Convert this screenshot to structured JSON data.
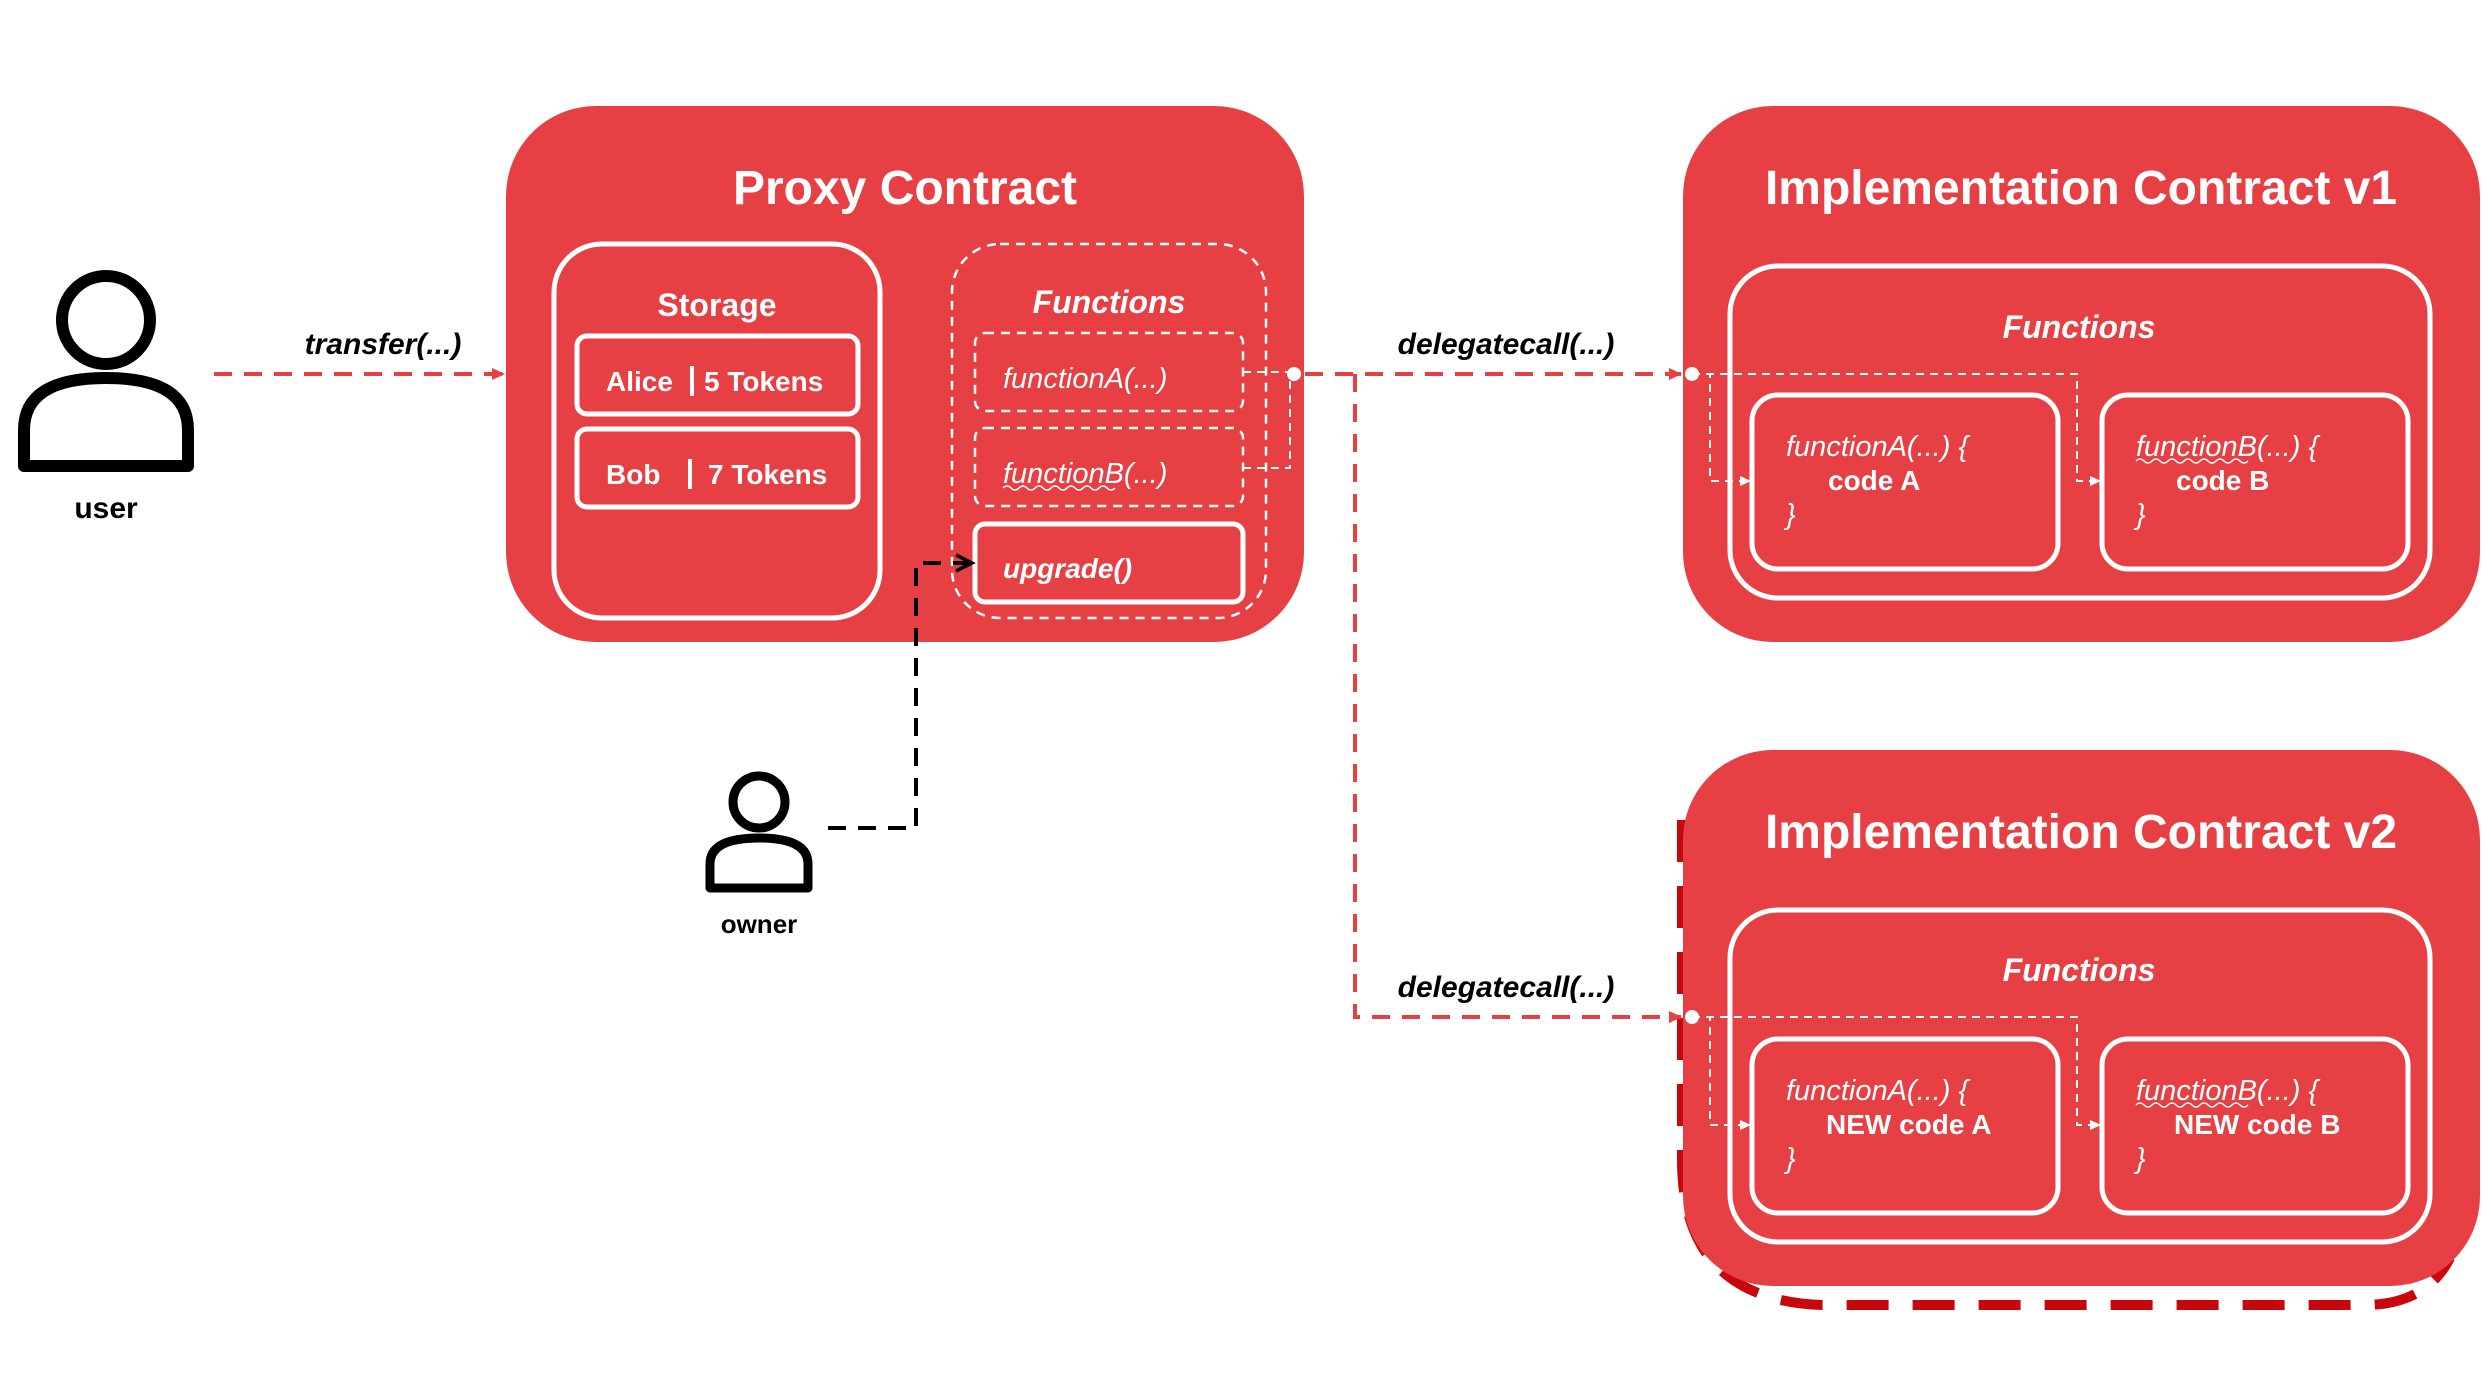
{
  "colors": {
    "container": "#e64044",
    "border": "#ffffff",
    "call_edge": "#e64044",
    "owner_edge": "#000000",
    "highlight": "#c8070d",
    "text_dark": "#000000"
  },
  "actors": {
    "user": "user",
    "owner": "owner"
  },
  "edges": {
    "transfer": "transfer(...)",
    "delegatecall_v1": "delegatecall(...)",
    "delegatecall_v2": "delegatecall(...)"
  },
  "proxy": {
    "title": "Proxy Contract",
    "storage": {
      "title": "Storage",
      "rows": [
        {
          "name": "Alice",
          "value": "5 Tokens"
        },
        {
          "name": "Bob",
          "value": "7 Tokens"
        }
      ]
    },
    "functions": {
      "title": "Functions",
      "items": [
        "functionA(...)",
        "functionB(...)"
      ],
      "upgrade": "upgrade()"
    }
  },
  "impl_v1": {
    "title": "Implementation Contract v1",
    "functions_title": "Functions",
    "fnA": {
      "sig": "functionA(...) {",
      "body": "code A",
      "close": "}"
    },
    "fnB": {
      "sig": "functionB(...) {",
      "body": "code B",
      "close": "}"
    }
  },
  "impl_v2": {
    "title": "Implementation Contract v2",
    "functions_title": "Functions",
    "fnA": {
      "sig": "functionA(...) {",
      "body": "NEW code A",
      "close": "}"
    },
    "fnB": {
      "sig": "functionB(...) {",
      "body": "NEW code B",
      "close": "}"
    }
  },
  "icons": {
    "user": "person-icon",
    "owner": "person-icon"
  }
}
